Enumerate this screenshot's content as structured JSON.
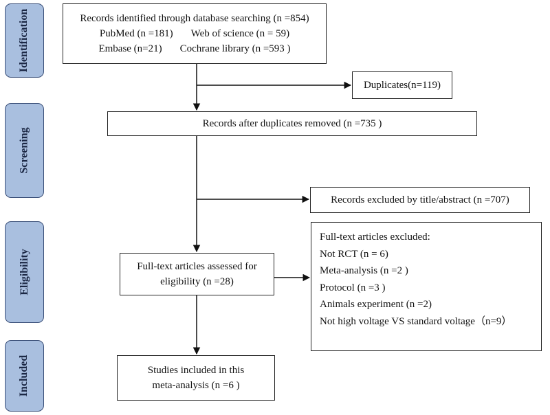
{
  "phases": {
    "identification": "Identification",
    "screening": "Screening",
    "eligibility": "Eligibility",
    "included": "Included"
  },
  "identification_box": {
    "line1": "Records identified through database searching (n =854)",
    "pubmed": "PubMed (n =181)",
    "wos": "Web of science (n = 59)",
    "embase": "Embase (n=21)",
    "cochrane": "Cochrane library (n =593 )"
  },
  "duplicates_box": {
    "text": "Duplicates(n=119)"
  },
  "screening_box": {
    "text": "Records after duplicates removed (n =735 )"
  },
  "excluded_title_box": {
    "text": "Records excluded by title/abstract (n =707)"
  },
  "fulltext_box": {
    "line1": "Full-text articles assessed for",
    "line2": "eligibility (n =28)"
  },
  "fulltext_excluded_box": {
    "heading": "Full-text articles excluded:",
    "items": [
      "Not RCT (n = 6)",
      "Meta-analysis (n =2 )",
      "Protocol (n =3 )",
      "Animals experiment (n =2)",
      "Not high voltage VS standard voltage（n=9）"
    ]
  },
  "included_box": {
    "line1": "Studies included in this",
    "line2": "meta-analysis (n =6 )"
  }
}
